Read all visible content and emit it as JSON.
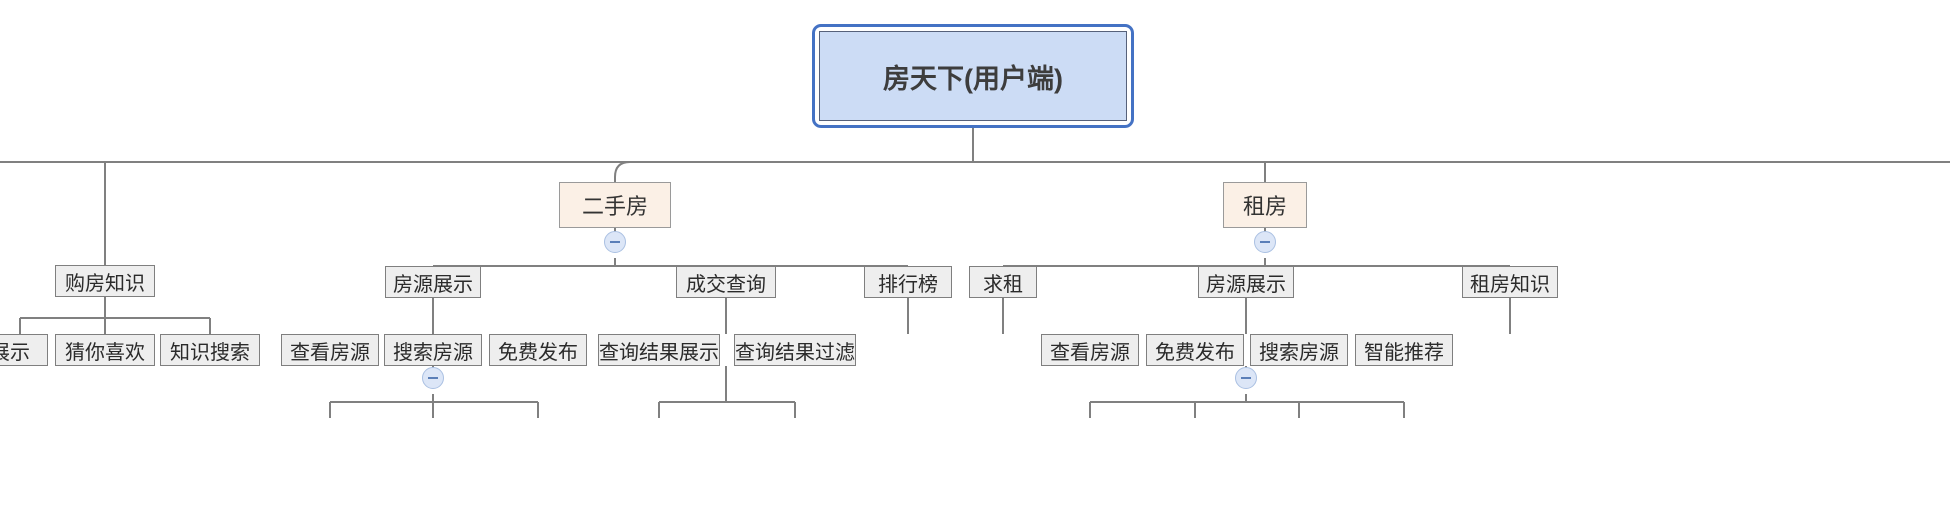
{
  "diagram": {
    "type": "mind-map-tree",
    "title": "房天下(用户端)",
    "colors": {
      "root_border": "#4472c4",
      "root_fill": "#ccdcf5",
      "level2_fill": "#fbf0e6",
      "level3_fill": "#eeeeee",
      "connector": "#808080",
      "toggle_fill": "#dce6f7",
      "toggle_stroke": "#aac0e2"
    },
    "root": {
      "label": "房天下(用户端)"
    },
    "branches": [
      {
        "label": "购房知识",
        "children": [
          {
            "label": "展示"
          },
          {
            "label": "猜你喜欢"
          },
          {
            "label": "知识搜索"
          }
        ]
      },
      {
        "label": "二手房",
        "toggle": "collapse-minus",
        "children": [
          {
            "label": "房源展示",
            "toggle": "collapse-minus",
            "children": [
              {
                "label": "查看房源"
              },
              {
                "label": "搜索房源"
              },
              {
                "label": "免费发布"
              }
            ]
          },
          {
            "label": "成交查询",
            "children": [
              {
                "label": "查询结果展示"
              },
              {
                "label": "查询结果过滤"
              }
            ]
          },
          {
            "label": "排行榜",
            "children": []
          }
        ]
      },
      {
        "label": "租房",
        "toggle": "collapse-minus",
        "children": [
          {
            "label": "求租",
            "children": []
          },
          {
            "label": "房源展示",
            "toggle": "collapse-minus",
            "children": [
              {
                "label": "查看房源"
              },
              {
                "label": "免费发布"
              },
              {
                "label": "搜索房源"
              },
              {
                "label": "智能推荐"
              }
            ]
          },
          {
            "label": "租房知识",
            "children": []
          }
        ]
      }
    ],
    "nodes": {
      "root": "房天下(用户端)",
      "ershoufang": "二手房",
      "zufang": "租房",
      "gouf_zhishi": "购房知识",
      "gouf_zhanshi": "展示",
      "gouf_caini": "猜你喜欢",
      "gouf_sousuo": "知识搜索",
      "esf_fyzs": "房源展示",
      "esf_cjcx": "成交查询",
      "esf_phb": "排行榜",
      "esf_ckfy": "查看房源",
      "esf_ssfy": "搜索房源",
      "esf_mffb": "免费发布",
      "esf_cxjgzs": "查询结果展示",
      "esf_cxjggl": "查询结果过滤",
      "zf_qiuzu": "求租",
      "zf_fyzs": "房源展示",
      "zf_zfzs": "租房知识",
      "zf_ckfy": "查看房源",
      "zf_mffb": "免费发布",
      "zf_ssfy": "搜索房源",
      "zf_zntj": "智能推荐"
    }
  }
}
